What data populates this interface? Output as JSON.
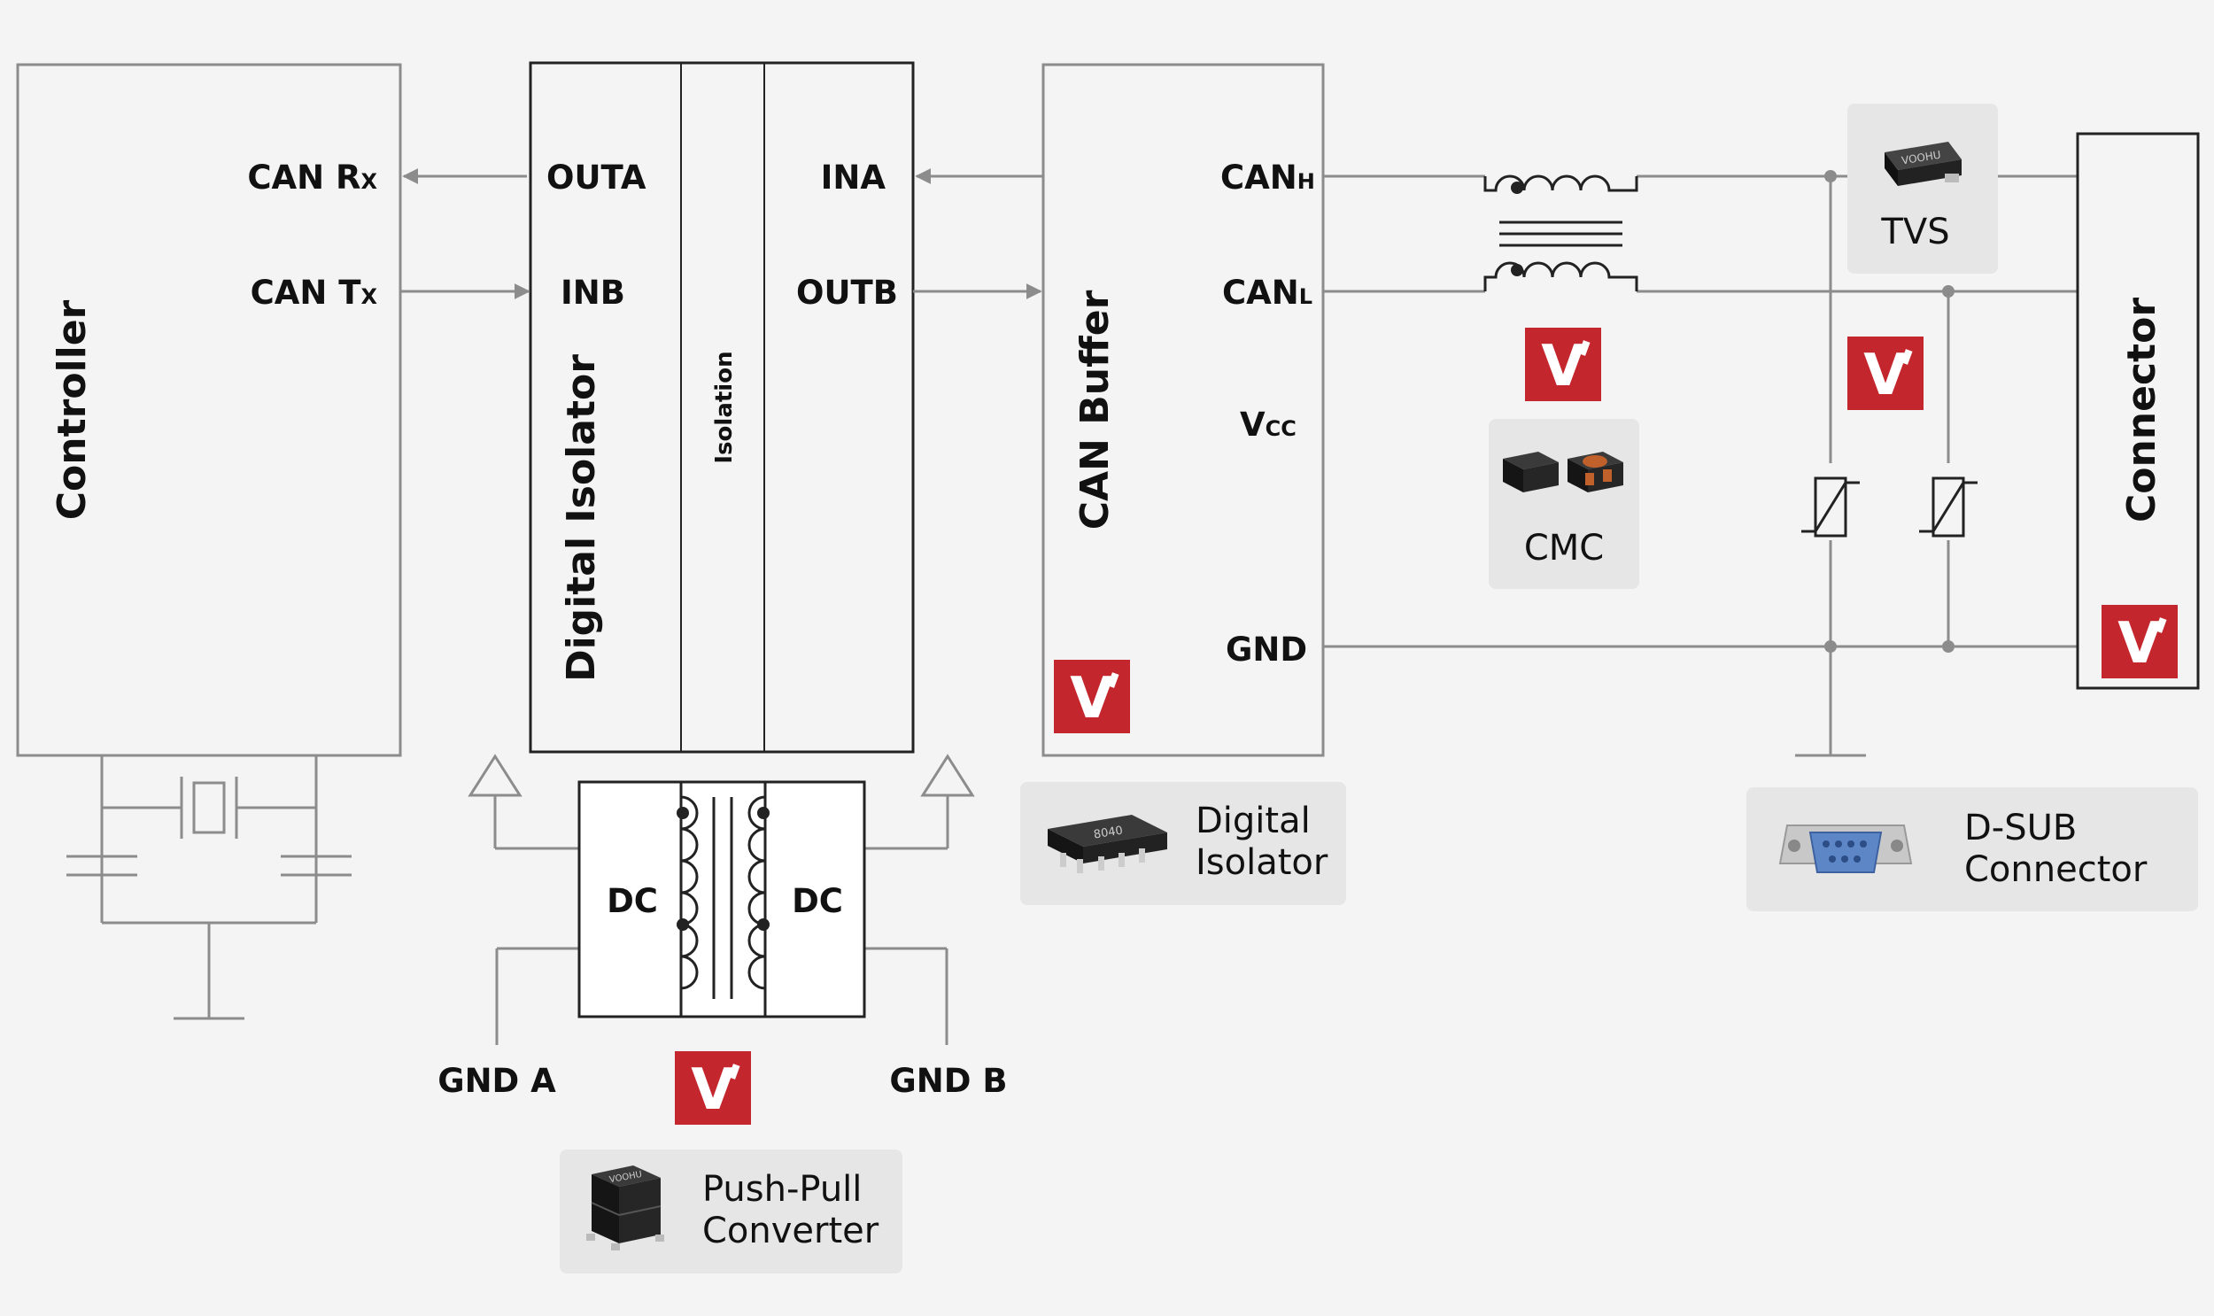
{
  "blocks": {
    "controller": "Controller",
    "digital_isolator": "Digital Isolator",
    "isolation": "Isolation",
    "can_buffer": "CAN Buffer",
    "connector": "Connector"
  },
  "pins": {
    "can_rx_main": "CAN R",
    "can_rx_sub": "X",
    "can_tx_main": "CAN T",
    "can_tx_sub": "X",
    "outa": "OUTA",
    "inb": "INB",
    "ina": "INA",
    "outb": "OUTB",
    "canh_main": "CAN",
    "canh_sub": "H",
    "canl_main": "CAN",
    "canl_sub": "L",
    "vcc_main": "V",
    "vcc_sub": "CC",
    "gnd": "GND"
  },
  "converter": {
    "dc_left": "DC",
    "dc_right": "DC",
    "gnd_a": "GND A",
    "gnd_b": "GND B"
  },
  "products": {
    "tvs": "TVS",
    "cmc": "CMC",
    "digital_isolator_line1": "Digital",
    "digital_isolator_line2": "Isolator",
    "dsub_line1": "D-SUB",
    "dsub_line2": "Connector",
    "push_pull_line1": "Push-Pull",
    "push_pull_line2": "Converter"
  },
  "chip_markings": {
    "isolator_chip": "8040",
    "tvs_chip": "VOOHU",
    "converter_chip": "VOOHU"
  },
  "colors": {
    "brand_red": "#c4262e",
    "line": "#8c8c8c",
    "card_bg": "#e6e6e6",
    "background": "#f4f4f4"
  },
  "icons": {
    "brand_logo": "vooh-v-logo"
  }
}
